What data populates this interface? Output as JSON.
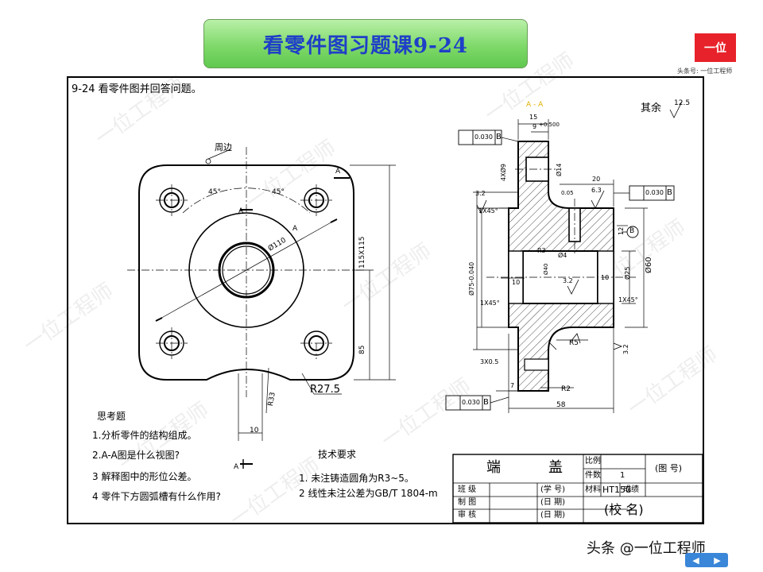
{
  "header": {
    "title": "看零件图习题课9-24"
  },
  "brand": {
    "logo_text": "一位",
    "subtitle": "头条号: 一位工程师",
    "watermark": "一位工程师"
  },
  "sheet": {
    "problem": "9-24 看零件图并回答问题。",
    "section_label": "A - A",
    "rest_roughness": "其余",
    "rest_roughness_value": "12.5",
    "tolerance_value": "0.030",
    "datum": "B"
  },
  "front_view": {
    "labels": {
      "perimeter": "周边",
      "angle_left": "45°",
      "angle_right": "45°",
      "dia_110": "Ø110",
      "dim_115": "115X115",
      "dim_85": "85",
      "r33": "R33",
      "r27": "R27.5",
      "dim_10": "10",
      "cut_a": "A"
    }
  },
  "section_view": {
    "labels": {
      "d15": "15",
      "d9": "9",
      "d9tol": "+0.500",
      "d14": "Ø14",
      "d4x9": "4XØ9",
      "d20": "20",
      "d6": "6.3",
      "d12": "12",
      "d32a": "3.2",
      "ch1": "1X45°",
      "d75": "Ø75-0.040",
      "d3": "R3",
      "d4": "Ø4",
      "d40": "Ø40",
      "d25": "Ø25",
      "d60": "Ø60",
      "d10a": "10",
      "d10b": "10",
      "d32b": "3.2",
      "ch2": "1X45°",
      "ch3": "1X45°",
      "r5": "R5",
      "v32": "3.2",
      "g3": "3X0.5",
      "d7": "7",
      "r2": "R2",
      "d58": "58",
      "d0_05": "0.05"
    }
  },
  "questions": {
    "heading": "思考题",
    "items": [
      "1.分析零件的结构组成。",
      "2.A-A图是什么视图?",
      "3 解释图中的形位公差。",
      "4 零件下方圆弧槽有什么作用?"
    ]
  },
  "tech": {
    "heading": "技术要求",
    "items": [
      "1. 未注铸造圆角为R3~5。",
      "2  线性未注公差为GB/T  1804-m"
    ]
  },
  "title_block": {
    "part_name_1": "端",
    "part_name_2": "盖",
    "scale_label": "比例",
    "qty_label": "件数",
    "qty_value": "1",
    "drawing_no": "(图 号)",
    "class_label": "班 级",
    "student_no": "(学 号)",
    "material_label": "材料",
    "material_value": "HT150",
    "grade_label": "成绩",
    "drawn_label": "制 图",
    "date1": "(日 期)",
    "school": "(校    名)",
    "checked_label": "审 核",
    "date2": "(日 期)"
  },
  "footer": {
    "text": "头条 @一位工程师"
  }
}
